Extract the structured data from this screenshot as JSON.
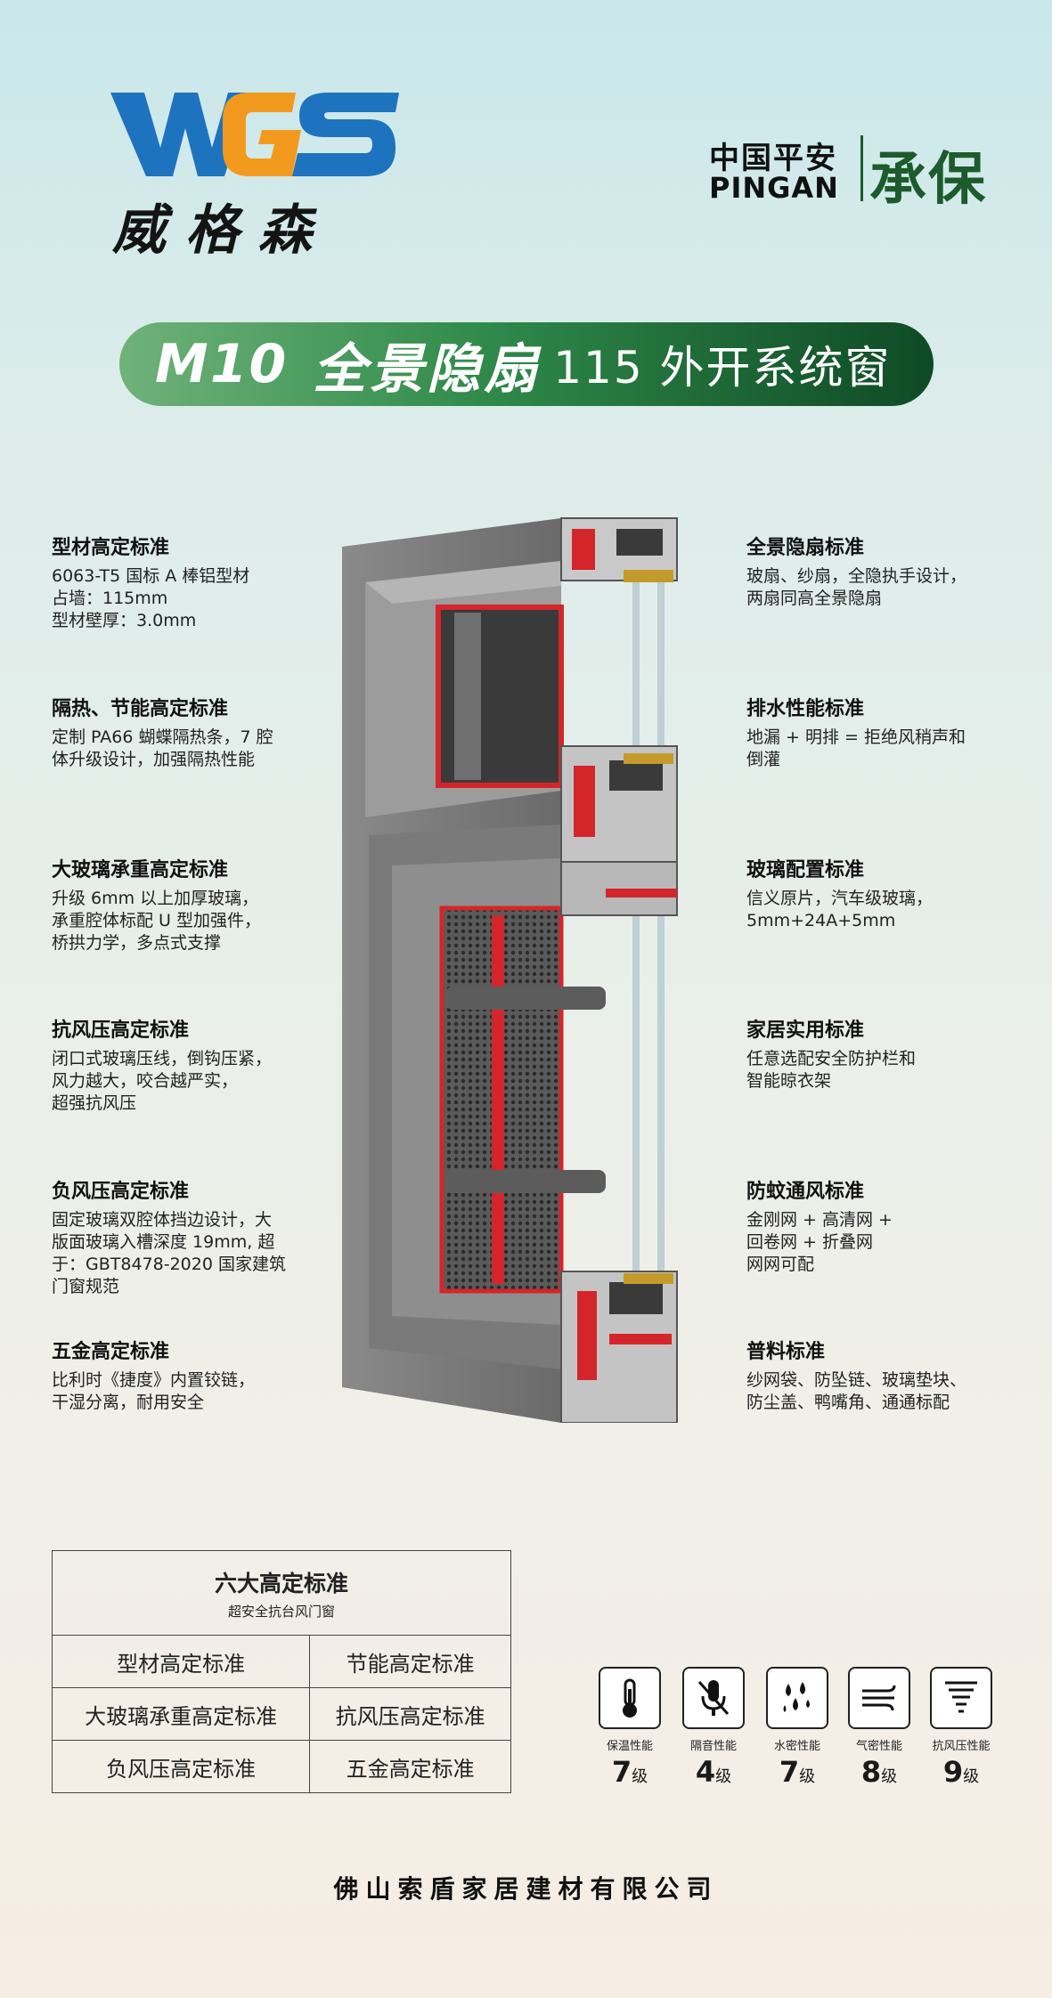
{
  "brand": {
    "logo_text": "WGS",
    "name_cn": "威格森"
  },
  "partner": {
    "name_cn": "中国平安",
    "name_en": "PINGAN",
    "tag": "承保"
  },
  "banner": {
    "model": "M10",
    "series": "全景隐扇",
    "rest": "115 外开系统窗"
  },
  "features_left": [
    {
      "title": "型材高定标准",
      "desc": "6063-T5 国标 A 棒铝型材\n占墙：115mm\n型材壁厚：3.0mm"
    },
    {
      "title": "隔热、节能高定标准",
      "desc": "定制 PA66 蝴蝶隔热条，7 腔\n体升级设计，加强隔热性能"
    },
    {
      "title": "大玻璃承重高定标准",
      "desc": "升级 6mm 以上加厚玻璃，\n承重腔体标配 U 型加强件，\n桥拱力学，多点式支撑"
    },
    {
      "title": "抗风压高定标准",
      "desc": "闭口式玻璃压线，倒钩压紧，\n风力越大，咬合越严实，\n超强抗风压"
    },
    {
      "title": "负风压高定标准",
      "desc": "固定玻璃双腔体挡边设计，大\n版面玻璃入槽深度 19mm, 超\n于：GBT8478-2020 国家建筑\n门窗规范"
    },
    {
      "title": "五金高定标准",
      "desc": "比利时《捷度》内置铰链，\n干湿分离，耐用安全"
    }
  ],
  "features_right": [
    {
      "title": "全景隐扇标准",
      "desc": "玻扇、纱扇，全隐执手设计，\n两扇同高全景隐扇"
    },
    {
      "title": "排水性能标准",
      "desc": "地漏 + 明排 = 拒绝风稍声和\n倒灌"
    },
    {
      "title": "玻璃配置标准",
      "desc": "信义原片，汽车级玻璃，\n5mm+24A+5mm"
    },
    {
      "title": "家居实用标准",
      "desc": "任意选配安全防护栏和\n智能晾衣架"
    },
    {
      "title": "防蚊通风标准",
      "desc": "金刚网 + 高清网 +\n回卷网 + 折叠网\n网网可配"
    },
    {
      "title": "普料标准",
      "desc": "纱网袋、防坠链、玻璃垫块、\n防尘盖、鸭嘴角、通通标配"
    }
  ],
  "standards_table": {
    "title": "六大高定标准",
    "subtitle": "超安全抗台风门窗",
    "rows": [
      [
        "型材高定标准",
        "节能高定标准"
      ],
      [
        "大玻璃承重高定标准",
        "抗风压高定标准"
      ],
      [
        "负风压高定标准",
        "五金高定标准"
      ]
    ]
  },
  "ratings": [
    {
      "label": "保温性能",
      "value": "7",
      "unit": "级",
      "icon": "thermometer-icon"
    },
    {
      "label": "隔音性能",
      "value": "4",
      "unit": "级",
      "icon": "mute-mic-icon"
    },
    {
      "label": "水密性能",
      "value": "7",
      "unit": "级",
      "icon": "water-drops-icon"
    },
    {
      "label": "气密性能",
      "value": "8",
      "unit": "级",
      "icon": "wind-icon"
    },
    {
      "label": "抗风压性能",
      "value": "9",
      "unit": "级",
      "icon": "tornado-icon"
    }
  ],
  "company": "佛山索盾家居建材有限公司",
  "colors": {
    "brand_blue": "#1e73be",
    "brand_orange": "#f29a1d",
    "green_dark": "#0e4a25",
    "green_light": "#6fb27a",
    "frame_grey": "#7c7c7c",
    "accent_red": "#d4262a"
  }
}
